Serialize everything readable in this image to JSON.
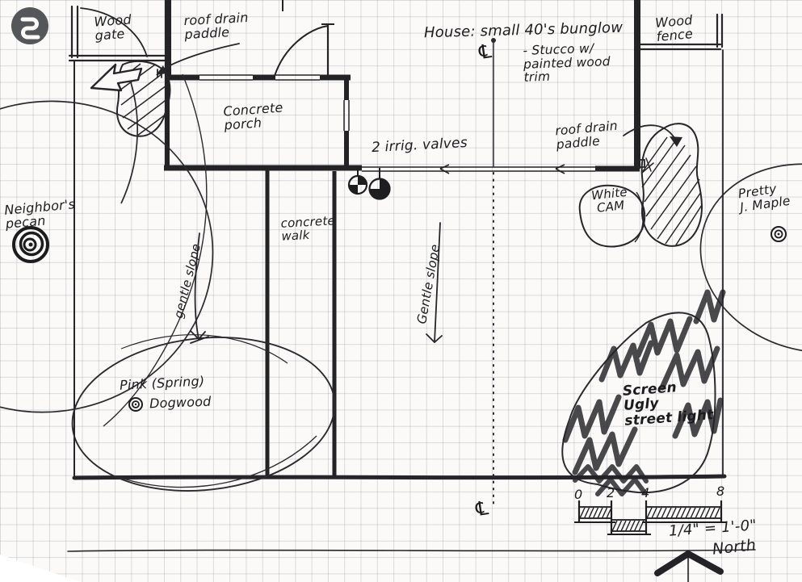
{
  "colors": {
    "paper": "#fbfaf8",
    "grid_line": "#99a2ad",
    "ink": "#1e1e21",
    "marker_scribble": "#232327",
    "logo_circle": "#55565a"
  },
  "icons": {
    "logo": "dark-circle-with-white-s-curve-glyph",
    "north_arrow": "thick-chevron-up-arrow",
    "tree_trunk": "scribbled-spiral",
    "irrigation_valve": "circle-with-filled-quadrants"
  },
  "symbols": {
    "centerline": "℄"
  },
  "annotations": {
    "wood_gate": "Wood\ngate",
    "roof_drain_left": "roof drain\npaddle",
    "concrete_porch": "Concrete\nporch",
    "house_title": "House: small 40's bunglow",
    "house_sub": "- Stucco w/\npainted wood\ntrim",
    "wood_fence": "Wood\nfence",
    "irrig_valves": "2 irrig. valves",
    "roof_drain_right": "roof drain\npaddle",
    "white_cam": "White\nCAM",
    "neighbors_pecan": "Neighbor's\npecan",
    "pretty_maple": "Pretty\nJ. Maple",
    "gentle_slope_left": "gentle slope",
    "concrete_walk": "concrete\nwalk",
    "gentle_slope_center": "Gentle slope",
    "pink_spring": "Pink (Spring)",
    "dogwood": "Dogwood",
    "screen_light": "Screen\nUgly\nstreet light"
  },
  "scale_bar": {
    "ticks": [
      "0",
      "2",
      "4",
      "8"
    ],
    "ratio_label": "1/4\" = 1'-0\"",
    "north_label": "North"
  }
}
